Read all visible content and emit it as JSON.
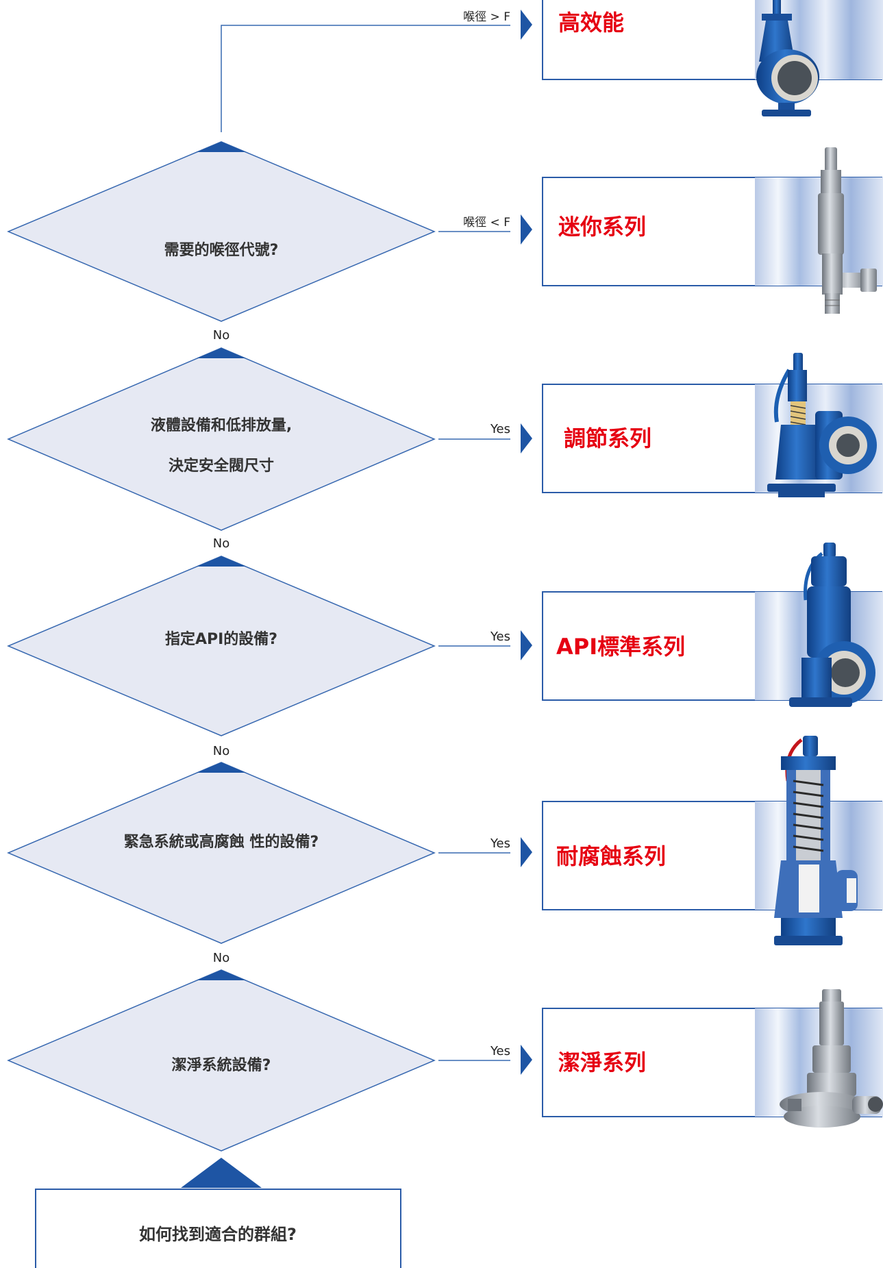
{
  "colors": {
    "decision_fill": "#e6e9f3",
    "decision_stroke": "#3768b0",
    "accent_blue": "#1e55a4",
    "result_text": "#e60012",
    "box_stroke": "#2a5ba8",
    "valve_blue": "#1c5fb2",
    "valve_steel": "#9aa0a8"
  },
  "start": {
    "label": "如何找到適合的群組?"
  },
  "decisions": [
    {
      "id": "throat",
      "lines": [
        "需要的喉徑代號?"
      ],
      "no_label": "No"
    },
    {
      "id": "liquid",
      "lines": [
        "液體設備和低排放量,",
        "決定安全閥尺寸"
      ],
      "yes_label": "Yes",
      "no_label": "No"
    },
    {
      "id": "api",
      "lines": [
        "指定API的設備?"
      ],
      "yes_label": "Yes",
      "no_label": "No"
    },
    {
      "id": "corrosive",
      "lines": [
        "緊急系統或高腐蝕 性的設備?"
      ],
      "yes_label": "Yes",
      "no_label": "No"
    },
    {
      "id": "clean",
      "lines": [
        "潔淨系統設備?"
      ],
      "yes_label": "Yes"
    }
  ],
  "branch_labels": {
    "throat_gt": "喉徑 > F",
    "throat_lt": "喉徑 < F"
  },
  "results": [
    {
      "id": "high-performance",
      "label": "高效能",
      "valve_icon": "flanged-valve-icon"
    },
    {
      "id": "mini",
      "label": "迷你系列",
      "valve_icon": "threaded-valve-icon"
    },
    {
      "id": "regulating",
      "label": "調節系列",
      "valve_icon": "lever-valve-icon"
    },
    {
      "id": "api-standard",
      "label": "API標準系列",
      "valve_icon": "api-valve-icon"
    },
    {
      "id": "corrosion-resistant",
      "label": "耐腐蝕系列",
      "valve_icon": "cutaway-valve-icon"
    },
    {
      "id": "clean",
      "label": "潔淨系列",
      "valve_icon": "sanitary-valve-icon"
    }
  ]
}
